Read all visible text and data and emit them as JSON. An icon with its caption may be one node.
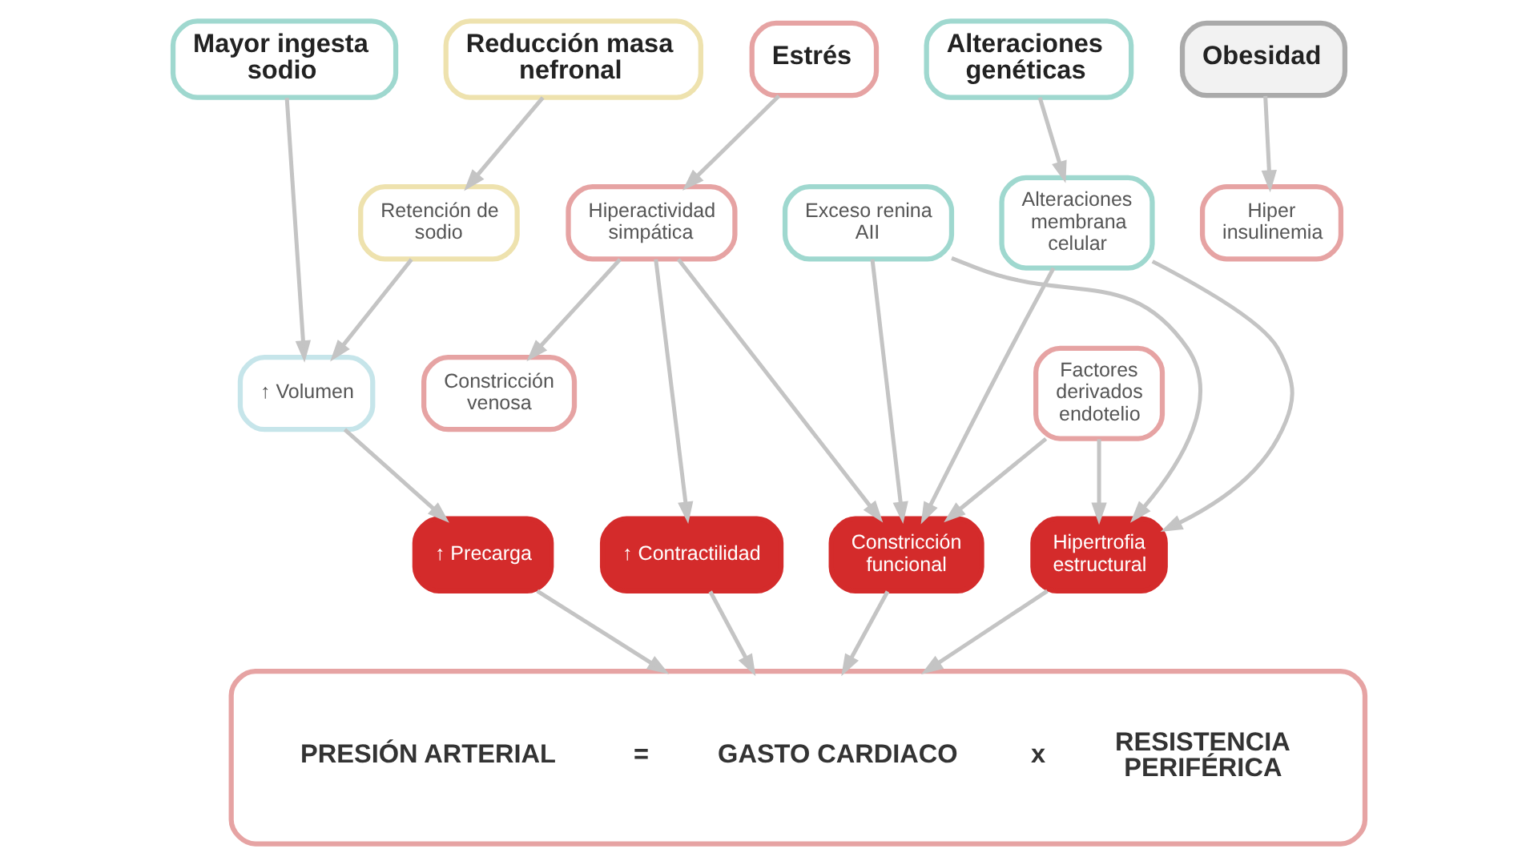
{
  "diagram": {
    "nodes": [
      {
        "text": [
          "Mayor ingesta sodio"
        ]
      },
      {
        "text": [
          "Reducción masa nefronal"
        ]
      },
      {
        "text": [
          "Estrés"
        ]
      },
      {
        "text": [
          "Alteraciones genéticas"
        ]
      },
      {
        "text": [
          "Obesidad"
        ]
      },
      {
        "text": [
          "Retención de sodio"
        ]
      },
      {
        "text": [
          "Hiperactividad simpática"
        ]
      },
      {
        "text": [
          "Exceso renina AII"
        ]
      },
      {
        "text": [
          "Alteraciones membrana celular"
        ]
      },
      {
        "text": [
          "Hiper insulinemia"
        ]
      },
      {
        "text": [
          "↑ Volumen"
        ]
      },
      {
        "text": [
          "Constricción venosa"
        ]
      },
      {
        "text": [
          "Factores derivados endotelio"
        ]
      },
      {
        "text": [
          "↑ Precarga"
        ]
      },
      {
        "text": [
          "↑ Contractilidad"
        ]
      },
      {
        "text": [
          "Constricción funcional"
        ]
      },
      {
        "text": [
          "Hipertrofia estructural"
        ]
      },
      {
        "text": [
          "PRESIÓN ARTERIAL",
          "=",
          "GASTO CARDIACO",
          "x",
          "RESISTENCIA PERIFÉRICA"
        ]
      }
    ],
    "edges": [
      {
        "from": 0,
        "to": 10,
        "arrow": "to"
      },
      {
        "from": 1,
        "to": 5,
        "arrow": "to"
      },
      {
        "from": 2,
        "to": 6,
        "arrow": "to"
      },
      {
        "from": 3,
        "to": 8,
        "arrow": "to"
      },
      {
        "from": 4,
        "to": 9,
        "arrow": "to"
      },
      {
        "from": 5,
        "to": 10,
        "arrow": "to"
      },
      {
        "from": 6,
        "to": 11,
        "arrow": "to"
      },
      {
        "from": 6,
        "to": 14,
        "arrow": "to"
      },
      {
        "from": 6,
        "to": 15,
        "arrow": "to"
      },
      {
        "from": 7,
        "to": 15,
        "arrow": "to"
      },
      {
        "from": 7,
        "to": 16,
        "arrow": "to"
      },
      {
        "from": 8,
        "to": 15,
        "arrow": "to"
      },
      {
        "from": 8,
        "to": 16,
        "arrow": "to"
      },
      {
        "from": 12,
        "to": 15,
        "arrow": "to"
      },
      {
        "from": 12,
        "to": 16,
        "arrow": "to"
      },
      {
        "from": 10,
        "to": 13,
        "arrow": "to"
      },
      {
        "from": 13,
        "to": 17,
        "arrow": "to"
      },
      {
        "from": 14,
        "to": 17,
        "arrow": "to"
      },
      {
        "from": 15,
        "to": 17,
        "arrow": "to"
      },
      {
        "from": 16,
        "to": 17,
        "arrow": "to"
      }
    ]
  }
}
